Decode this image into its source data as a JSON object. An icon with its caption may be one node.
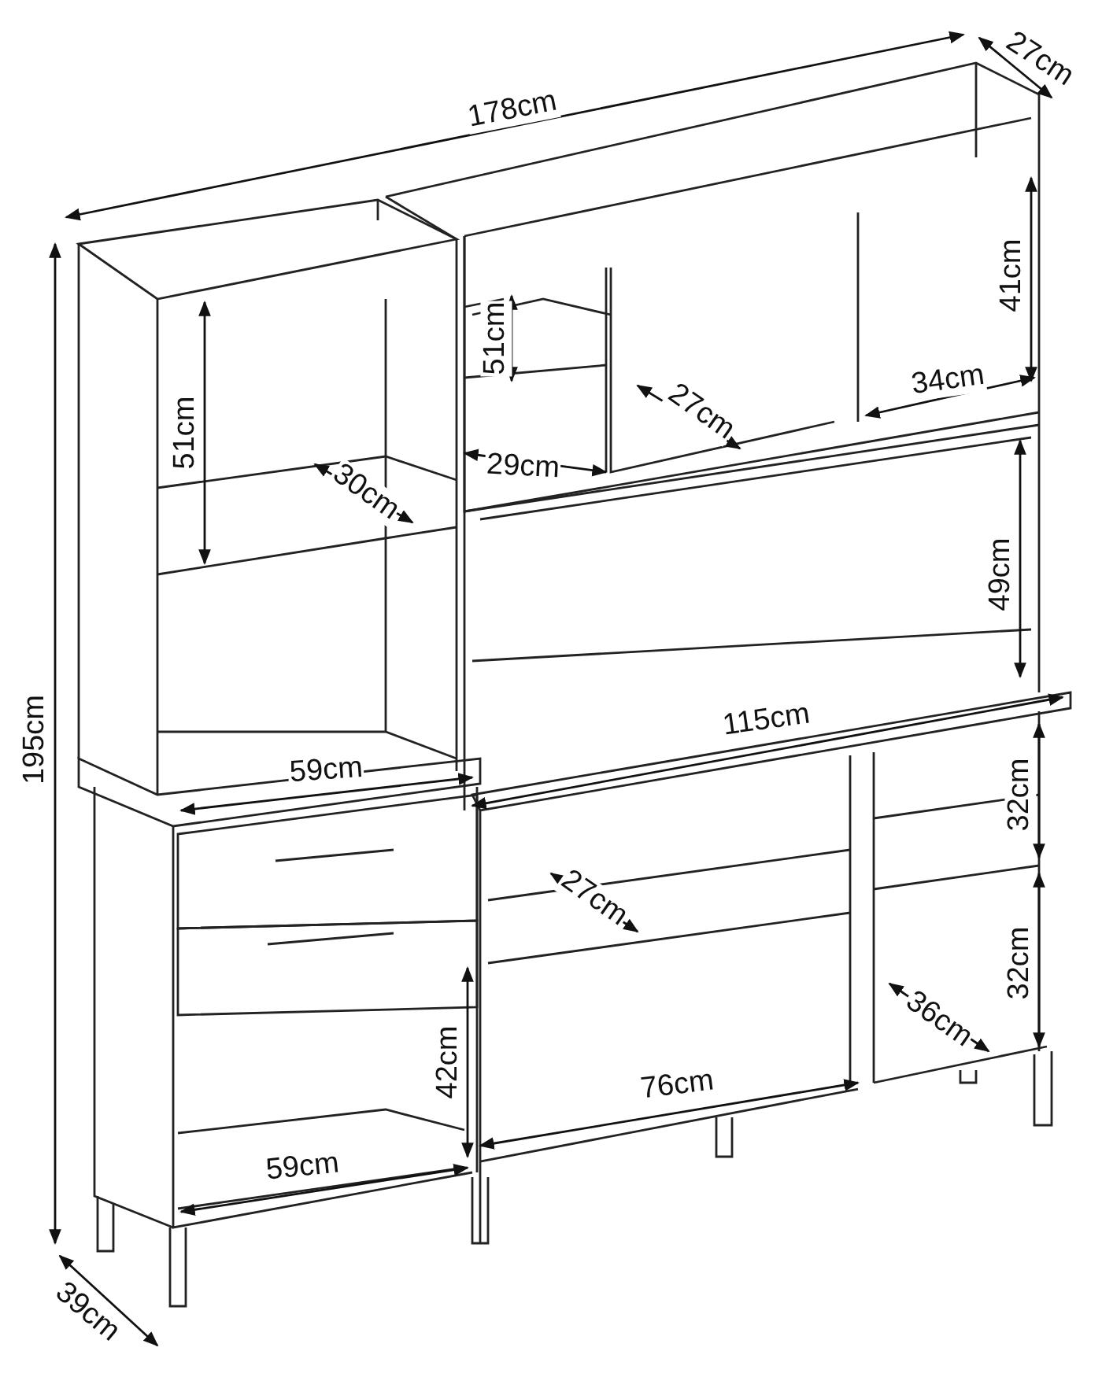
{
  "diagram": {
    "labels": [
      "178cm",
      "27cm",
      "195cm",
      "51cm",
      "51cm",
      "41cm",
      "27cm",
      "34cm",
      "30cm",
      "29cm",
      "49cm",
      "115cm",
      "59cm",
      "32cm",
      "27cm",
      "32cm",
      "36cm",
      "42cm",
      "76cm",
      "59cm",
      "39cm"
    ]
  }
}
